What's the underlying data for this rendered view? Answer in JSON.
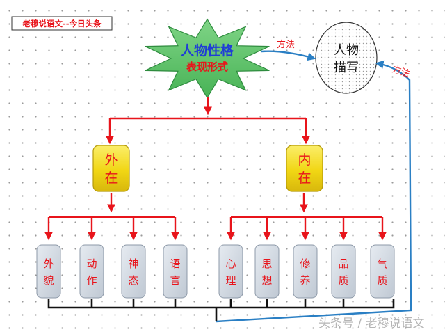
{
  "header": {
    "brand": "老穆说语文--今日头条"
  },
  "colors": {
    "red": "#e8141b",
    "blue": "#2a7fc4",
    "star_fill": "#5fc46a",
    "star_stroke": "#2e8b3e",
    "gold_fill": "#f3dc17",
    "gray_box": "#d2d9e3",
    "title_blue": "#1f3dd6",
    "title_red": "#e8141b"
  },
  "central": {
    "line1": "人物性格",
    "line2": "表现形式"
  },
  "method_label_left": "方法",
  "method_label_right": "方法",
  "target": {
    "line1": "人物",
    "line2": "描写"
  },
  "outer": {
    "line1": "外",
    "line2": "在"
  },
  "inner": {
    "line1": "内",
    "line2": "在"
  },
  "outer_items": [
    {
      "line1": "外",
      "line2": "貌"
    },
    {
      "line1": "动",
      "line2": "作"
    },
    {
      "line1": "神",
      "line2": "态"
    },
    {
      "line1": "语",
      "line2": "言"
    }
  ],
  "inner_items": [
    {
      "line1": "心",
      "line2": "理"
    },
    {
      "line1": "思",
      "line2": "想"
    },
    {
      "line1": "修",
      "line2": "养"
    },
    {
      "line1": "品",
      "line2": "质"
    },
    {
      "line1": "气",
      "line2": "质"
    }
  ],
  "watermark": "头条号 / 老穆说语文"
}
